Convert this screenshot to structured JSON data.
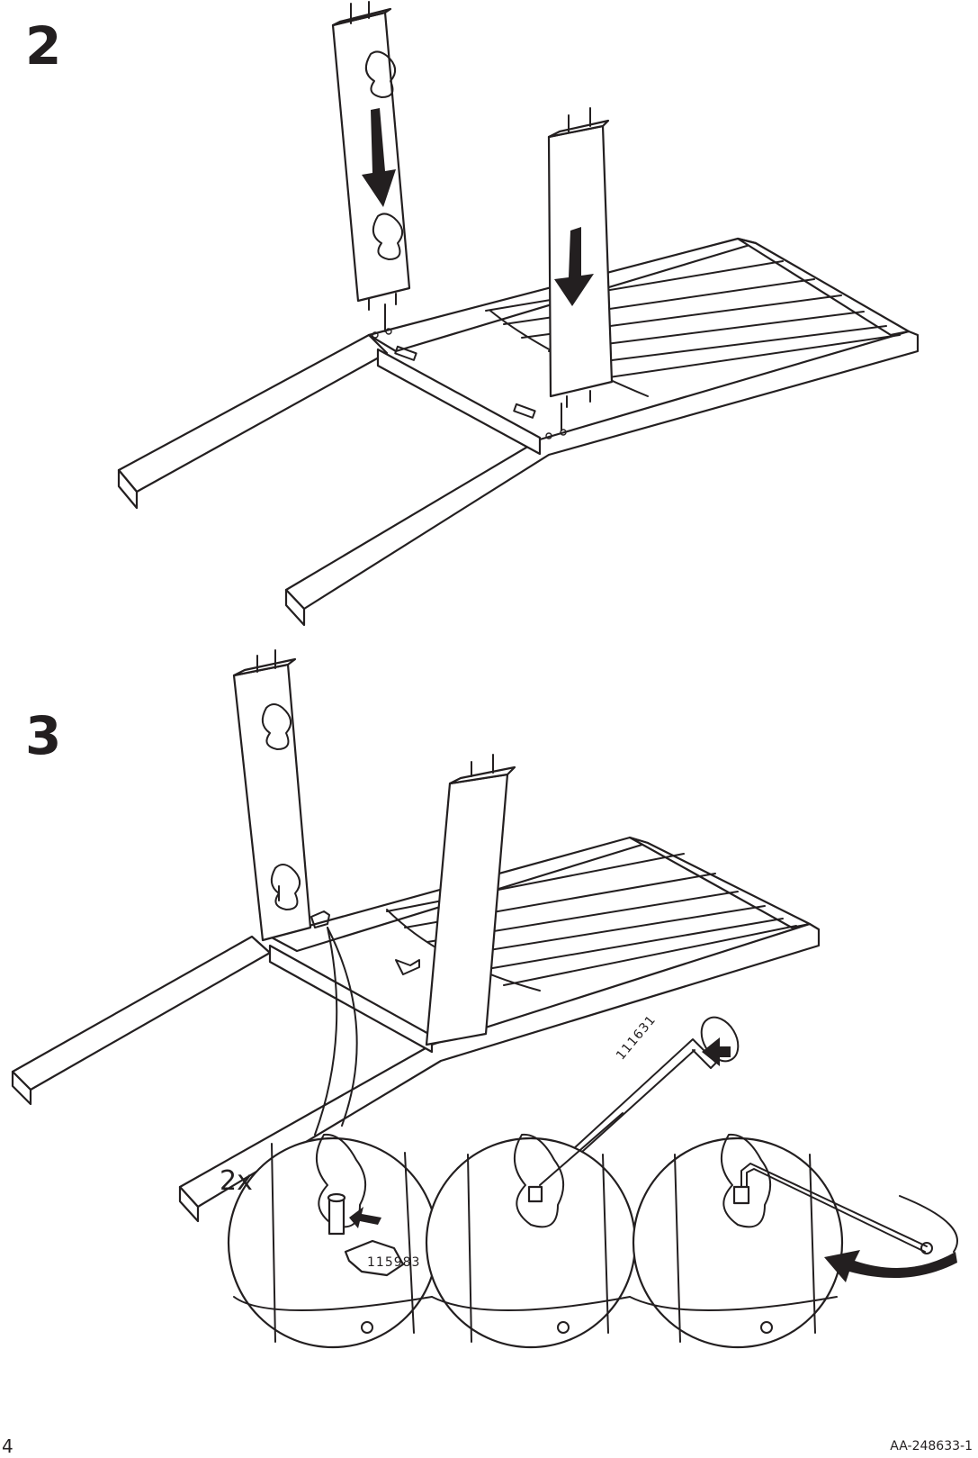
{
  "page": {
    "page_number": "4",
    "document_code": "AA-248633-1"
  },
  "steps": [
    {
      "number": "2",
      "description": "Insert the two legs with dowels into the seat frame (arrows pointing down)."
    },
    {
      "number": "3",
      "quantity": "2x",
      "parts": [
        {
          "id": "115983",
          "label": "115983"
        },
        {
          "id": "111631",
          "label": "111631"
        }
      ],
      "detail_views": [
        "insert-bolt-and-clip",
        "insert-allen-key",
        "turn-allen-key"
      ]
    }
  ],
  "colors": {
    "ink": "#231f20",
    "paper": "#ffffff"
  }
}
